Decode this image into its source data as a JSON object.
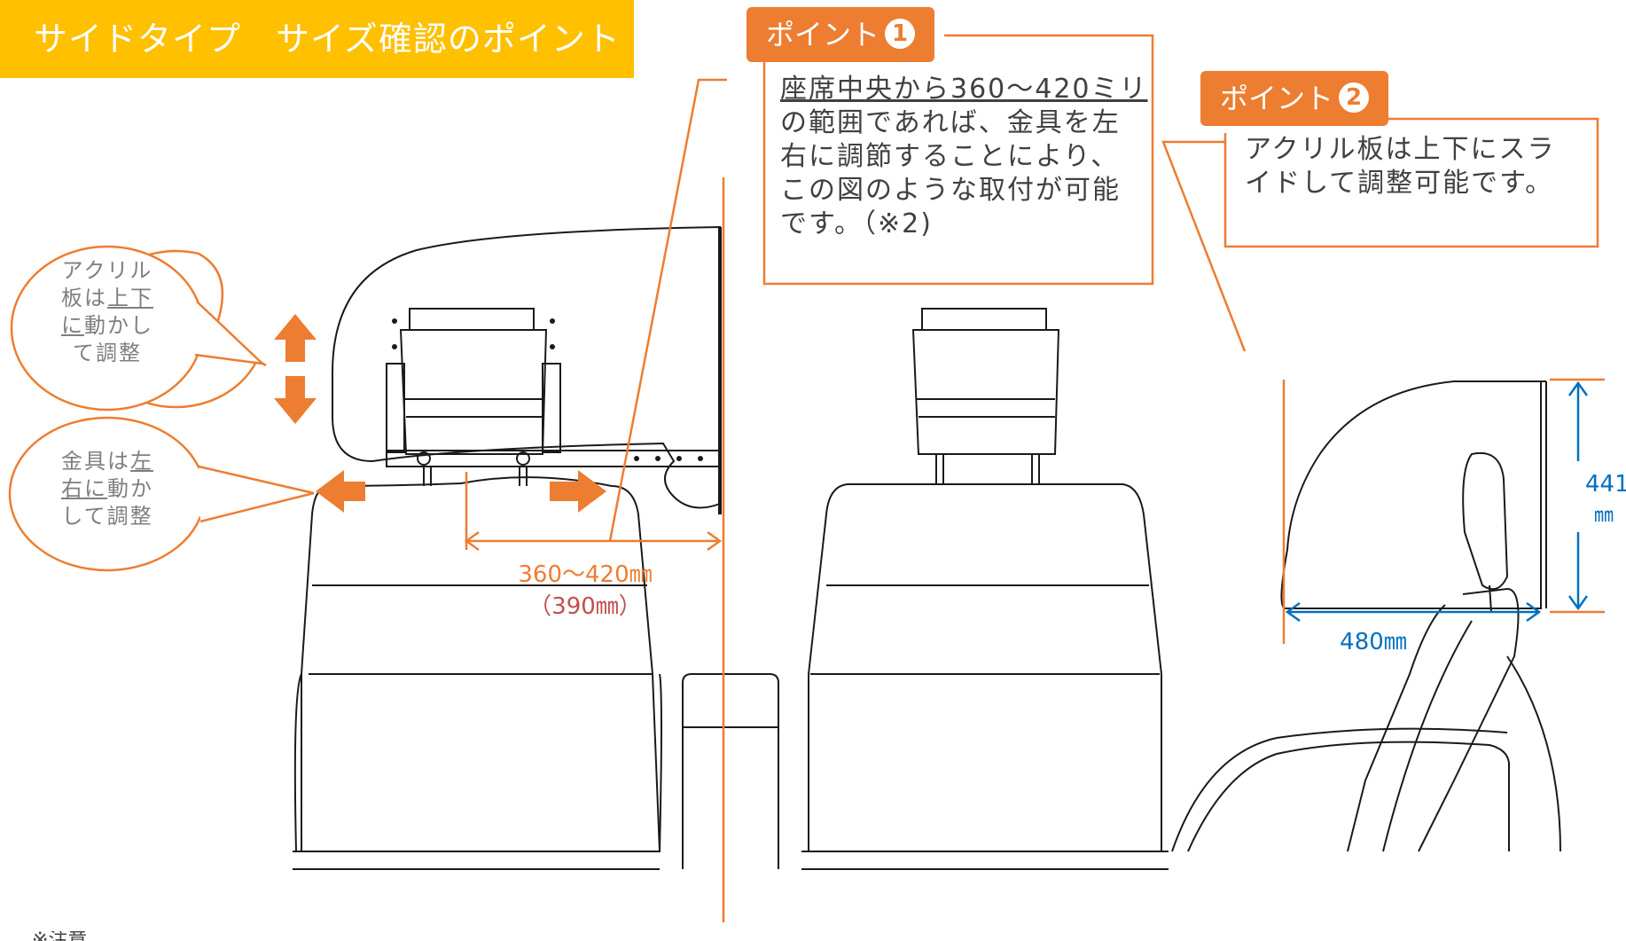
{
  "title": "サイドタイプ　サイズ確認のポイント",
  "point1": {
    "label": "ポイント",
    "num": "1",
    "text_underlined": "座席中央から360〜420ミリ",
    "text_rest_line1": "の範囲であれば、金具を左",
    "text_rest_line2": "右に調節することにより、",
    "text_rest_line3": "この図のような取付が可能",
    "text_rest_line4": "です。（※2)"
  },
  "point2": {
    "label": "ポイント",
    "num": "2",
    "text_line1": "アクリル板は上下にスラ",
    "text_line2": "イドして調整可能です。"
  },
  "bubble_updown": {
    "l1": "アクリル",
    "l2a": "板は",
    "l2b": "上下",
    "l3a": "に",
    "l3b": "動かし",
    "l4": "て調整"
  },
  "bubble_leftright": {
    "l1a": "金具は",
    "l1b": "左",
    "l2a": "右に",
    "l2b": "動か",
    "l3": "して調整"
  },
  "dim_range": "360〜420㎜",
  "dim_range_sub": "（390㎜）",
  "dim_height_num": "441",
  "dim_height_unit": "㎜",
  "dim_width": "480㎜",
  "footnote": "※注意",
  "colors": {
    "orange": "#ed7d31",
    "yellow": "#ffc000",
    "blue": "#0070c0"
  }
}
